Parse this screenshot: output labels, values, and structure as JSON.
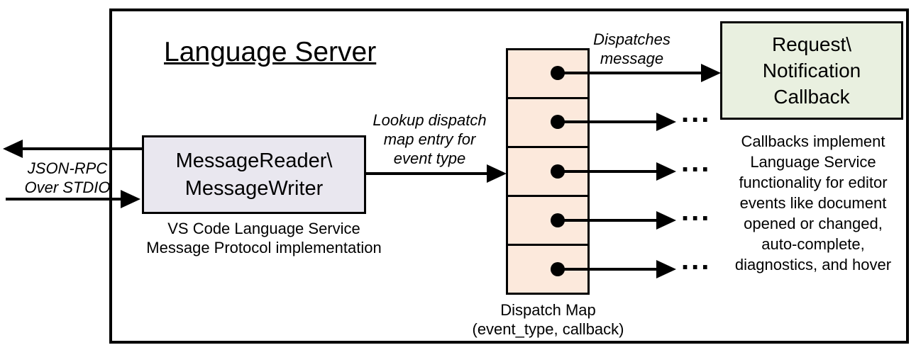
{
  "title": "Language Server",
  "io_label": {
    "line1": "JSON-RPC",
    "line2": "Over STDIO"
  },
  "message_box": {
    "line1": "MessageReader\\",
    "line2": "MessageWriter",
    "caption1": "VS Code Language Service",
    "caption2": "Message Protocol implementation"
  },
  "lookup_label": {
    "line1": "Lookup dispatch",
    "line2": "map entry for",
    "line3": "event type"
  },
  "dispatches_label": {
    "line1": "Dispatches",
    "line2": "message"
  },
  "callback_box": {
    "line1": "Request\\",
    "line2": "Notification",
    "line3": "Callback"
  },
  "dispatch_map": {
    "caption1": "Dispatch Map",
    "caption2": "(event_type, callback)"
  },
  "callbacks_note": {
    "lines": [
      "Callbacks implement",
      "Language Service",
      "functionality for editor",
      "events like document",
      "opened or changed,",
      "auto-complete,",
      "diagnostics, and hover"
    ]
  },
  "ellipsis": "...",
  "colors": {
    "message_box_fill": "#e9e7ef",
    "dispatch_cell_fill": "#fce9dc",
    "callback_box_fill": "#e9f0e0",
    "line_color": "#000000"
  }
}
